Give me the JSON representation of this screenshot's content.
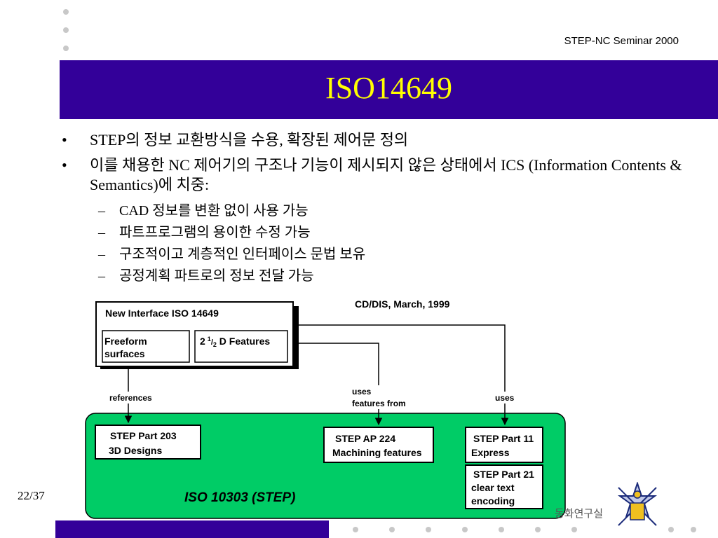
{
  "header": {
    "seminar": "STEP-NC Seminar 2000"
  },
  "title": "ISO14649",
  "bullets": [
    {
      "text": "STEP의 정보 교환방식을 수용, 확장된 제어문 정의",
      "subs": []
    },
    {
      "text": "이를 채용한 NC 제어기의 구조나 기능이 제시되지 않은 상태에서 ICS (Information Contents & Semantics)에 치중:",
      "subs": [
        "CAD 정보를 변환 없이 사용 가능",
        "파트프로그램의 용이한 수정 가능",
        "구조적이고 계층적인 인터페이스 문법 보유",
        "공정계획 파트로의 정보 전달 가능"
      ]
    }
  ],
  "markers": {
    "bullet": "•",
    "dash": "–"
  },
  "diagram": {
    "date": "CD/DIS, March, 1999",
    "new_interface": "New Interface ISO 14649",
    "freeform_1": "Freeform",
    "freeform_2": "surfaces",
    "features_a": "2",
    "features_num": "1",
    "features_den": "2",
    "features_b": " D Features",
    "references": "references",
    "uses_1": "uses",
    "uses_2": "features from",
    "uses_right": "uses",
    "part203_1": "STEP Part 203",
    "part203_2": "3D Designs",
    "ap224_1": "STEP AP 224",
    "ap224_2": "Machining features",
    "part11_1": "STEP Part 11",
    "part11_2": "Express",
    "part21_1": "STEP Part 21",
    "part21_2": "clear text",
    "part21_3": "encoding",
    "iso10303": "ISO 10303 (STEP)",
    "lab_partial": "동화연구실"
  },
  "footer": {
    "page": "22/37"
  },
  "colors": {
    "title_bar": "#330099",
    "title_text": "#ffff00",
    "step_area": "#00cc66",
    "dot": "#c8c8c8"
  }
}
